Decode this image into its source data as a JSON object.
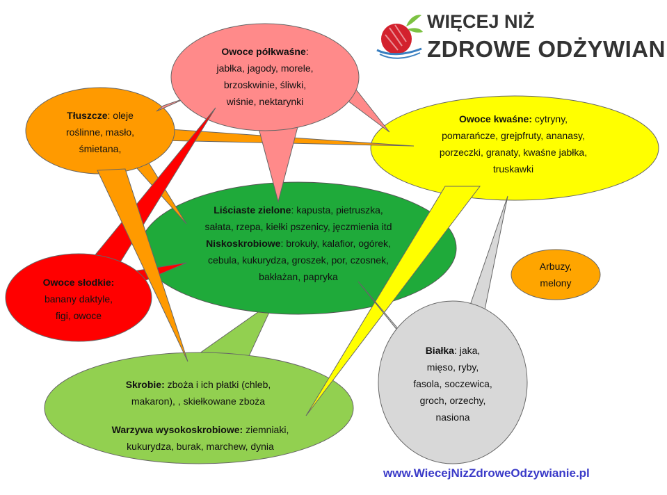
{
  "brand": {
    "line1": "WIĘCEJ NIŻ",
    "line2": "ZDROWE ODŻYWIANIE"
  },
  "footer_url": "www.WiecejNizZdroweOdzywianie.pl",
  "colors": {
    "pink": "#ff8a8a",
    "orange": "#ff9a00",
    "yellow": "#ffff00",
    "red": "#ff0000",
    "green": "#1faa3a",
    "light_green": "#92d050",
    "grey": "#d8d8d8",
    "outline": "#555555"
  },
  "bubbles": {
    "owoce_polkwasne": {
      "title": "Owoce półkwaśne",
      "lines": [
        ": ",
        "jabłka, jagody, morele,",
        "brzoskwinie, śliwki,",
        "wiśnie, nektarynki"
      ]
    },
    "tluszcze": {
      "title": "Tłuszcze",
      "lines": [
        ": oleje",
        "roślinne, masło,",
        "śmietana,"
      ]
    },
    "owoce_kwasne": {
      "title": "Owoce kwaśne:",
      "lines": [
        " cytryny,",
        "pomarańcze, grejpfruty, ananasy,",
        "porzeczki, granaty, kwaśne jabłka,",
        "truskawki"
      ]
    },
    "lisciaste": {
      "title": "Liściaste  zielone",
      "lines": [
        ": kapusta, pietruszka,",
        "sałata, rzepa, kiełki pszenicy, jęczmienia itd"
      ]
    },
    "niskoskrobiowe": {
      "title": "Niskoskrobiowe",
      "lines": [
        ": brokuły, kalafior, ogórek,",
        "cebula, kukurydza, groszek, por, czosnek,",
        "bakłażan, papryka"
      ]
    },
    "owoce_slodkie": {
      "title": "Owoce słodkie:",
      "lines": [
        "banany daktyle,",
        "figi, owoce"
      ]
    },
    "arbuzy": {
      "lines": [
        "Arbuzy,",
        "melony"
      ]
    },
    "bialka": {
      "title": "Białka",
      "lines": [
        ": jaka,",
        "mięso, ryby,",
        "fasola, soczewica,",
        "groch, orzechy,",
        "nasiona"
      ]
    },
    "skrobie": {
      "title": "Skrobie:",
      "lines": [
        " zboża i ich płatki (chleb,",
        "makaron), , skiełkowane zboża"
      ]
    },
    "warzywa_wysoko": {
      "title": "Warzywa wysokoskrobiowe:",
      "lines": [
        " ziemniaki,",
        "kukurydza, burak, marchew, dynia"
      ]
    }
  }
}
